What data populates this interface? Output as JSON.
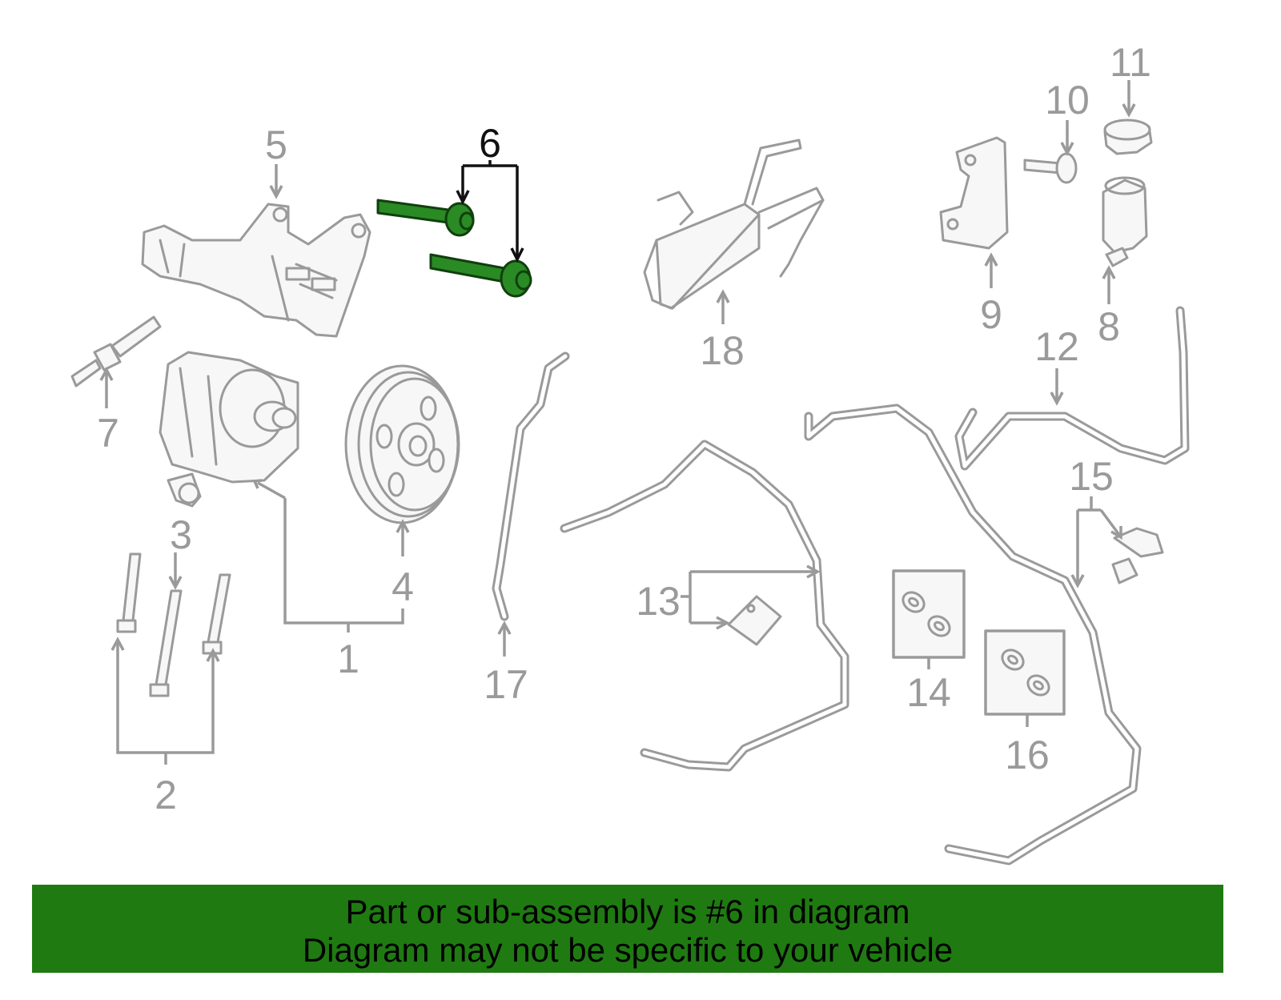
{
  "callouts": {
    "c1": "1",
    "c2": "2",
    "c3": "3",
    "c4": "4",
    "c5": "5",
    "c6": "6",
    "c7": "7",
    "c8": "8",
    "c9": "9",
    "c10": "10",
    "c11": "11",
    "c12": "12",
    "c13": "13",
    "c14": "14",
    "c15": "15",
    "c16": "16",
    "c17": "17",
    "c18": "18"
  },
  "highlighted_part": "6",
  "banner": {
    "line1": "Part or sub-assembly is #6 in diagram",
    "line2": "Diagram may not be specific to your vehicle"
  },
  "colors": {
    "highlight": "#2a8a24",
    "banner_bg": "#1f7a12",
    "part_stroke": "#9a9a9a"
  }
}
